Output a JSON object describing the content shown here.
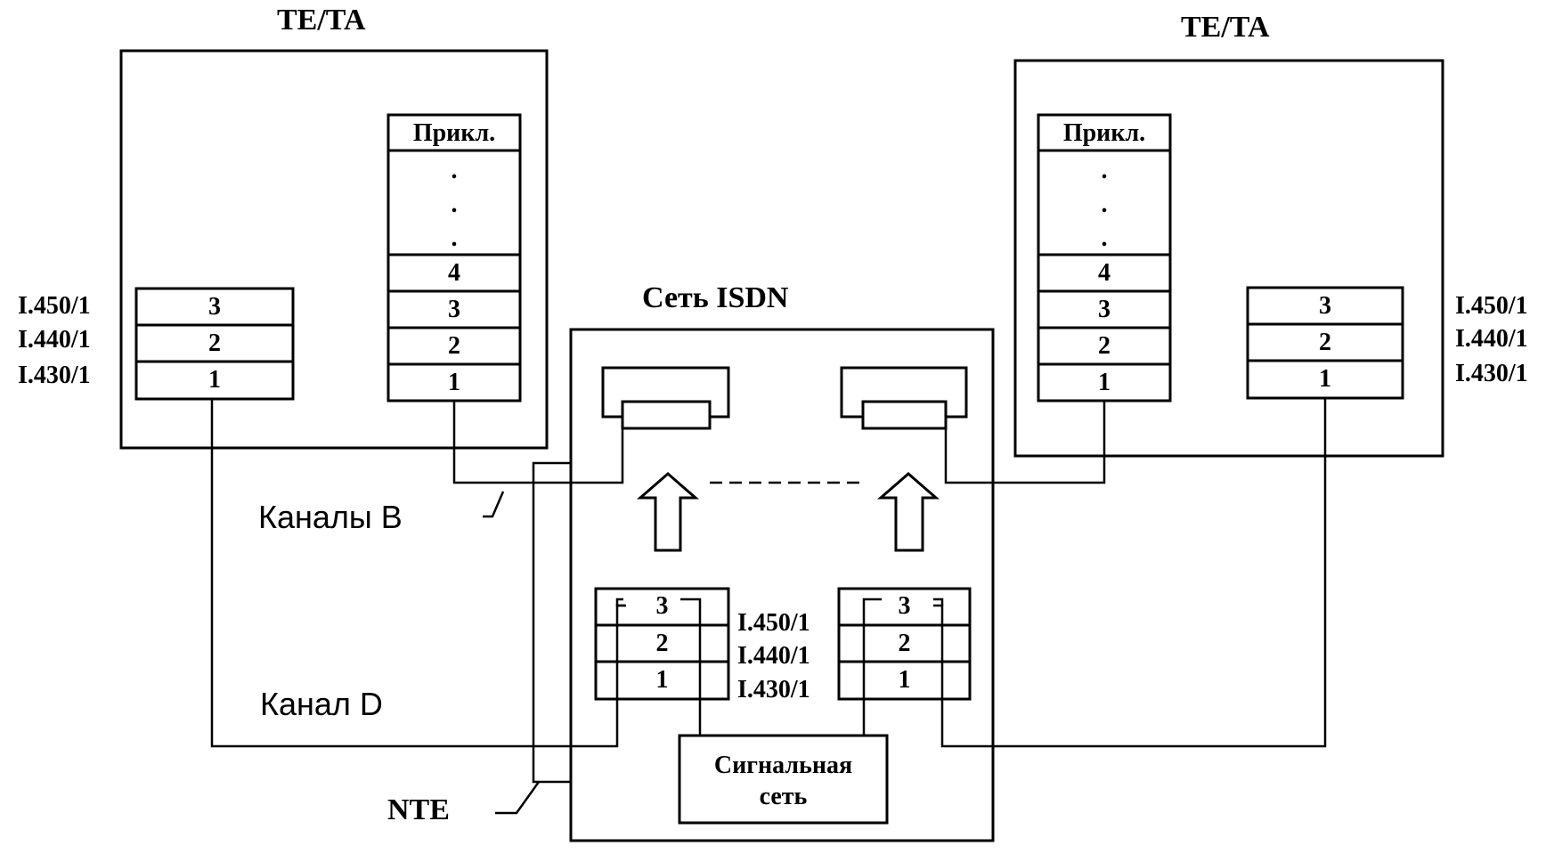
{
  "left_device": {
    "title": "TE/TA",
    "signalling_stack": {
      "layers": [
        "3",
        "2",
        "1"
      ]
    },
    "app_stack": {
      "top": "Прикл.",
      "dots": [
        ".",
        ".",
        "."
      ],
      "layers": [
        "4",
        "3",
        "2",
        "1"
      ]
    }
  },
  "right_device": {
    "title": "TE/TA",
    "signalling_stack": {
      "layers": [
        "3",
        "2",
        "1"
      ]
    },
    "app_stack": {
      "top": "Прикл.",
      "dots": [
        ".",
        ".",
        "."
      ],
      "layers": [
        "4",
        "3",
        "2",
        "1"
      ]
    }
  },
  "standards": [
    "I.450/1",
    "I.440/1",
    "I.430/1"
  ],
  "network": {
    "title": "Сеть ISDN",
    "left_stack": {
      "layers": [
        "3",
        "2",
        "1"
      ]
    },
    "right_stack": {
      "layers": [
        "3",
        "2",
        "1"
      ]
    },
    "signalling_network": {
      "line1": "Сигнальная",
      "line2": "сеть"
    }
  },
  "labels": {
    "b_channels": "Каналы В",
    "d_channel": "Канал D",
    "nte": "NTE"
  }
}
